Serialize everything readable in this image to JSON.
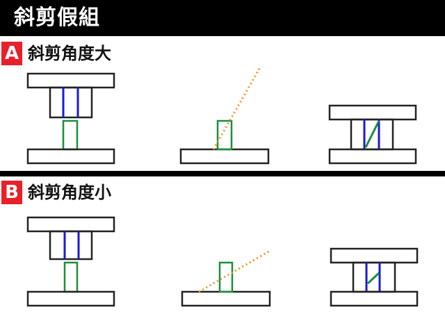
{
  "header": {
    "title": "斜剪假組"
  },
  "sections": [
    {
      "badge": "A",
      "title": "斜剪角度大"
    },
    {
      "badge": "B",
      "title": "斜剪角度小"
    }
  ],
  "colors": {
    "outline": "#222222",
    "blue_line": "#1a1adb",
    "green_line": "#1a8f3a",
    "orange_dots": "#f0962a",
    "badge": "#e8202a"
  }
}
